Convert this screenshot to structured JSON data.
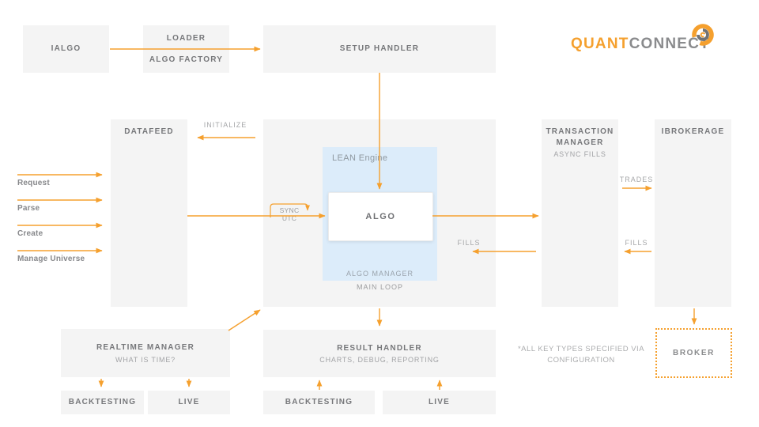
{
  "logo": {
    "quant": "QUANT",
    "connect": "CONNECT",
    "icon": "quantconnect-swirl-icon"
  },
  "colors": {
    "accent_orange": "#F5A02E",
    "box_fill": "#F4F4F4",
    "lean_panel_blue": "#DCECFA",
    "title_gray": "#76777A",
    "subtitle_gray": "#A2A3A6",
    "connector_label_gray": "#A6A7A9"
  },
  "top_row": {
    "ialgo": "IALGO",
    "loader_line1": "LOADER",
    "loader_line2": "ALGO FACTORY",
    "setup_handler": "SETUP HANDLER"
  },
  "left_column": {
    "datafeed": "DATAFEED",
    "feed_labels": [
      "Request",
      "Parse",
      "Create",
      "Manage Universe"
    ]
  },
  "engine": {
    "lean_title": "LEAN Engine",
    "algo": "ALGO",
    "algo_manager": "ALGO MANAGER",
    "main_loop": "MAIN LOOP",
    "sync_utc": "SYNC UTC"
  },
  "connectors": {
    "initialize": "INITIALIZE",
    "fills_engine": "FILLS",
    "trades": "TRADES",
    "fills_broker": "FILLS"
  },
  "right_column": {
    "transaction_manager": "TRANSACTION MANAGER",
    "async_fills": "ASYNC FILLS",
    "ibrokerage": "IBROKERAGE",
    "broker": "BROKER"
  },
  "bottom_row": {
    "realtime_manager": "REALTIME MANAGER",
    "what_is_time": "WHAT IS TIME?",
    "result_handler": "RESULT HANDLER",
    "charts_debug_reporting": "CHARTS, DEBUG, REPORTING",
    "backtesting_left": "BACKTESTING",
    "live_left": "LIVE",
    "backtesting_center": "BACKTESTING",
    "live_center": "LIVE"
  },
  "footnote": {
    "line1": "*ALL KEY TYPES SPECIFIED VIA",
    "line2": "CONFIGURATION"
  }
}
